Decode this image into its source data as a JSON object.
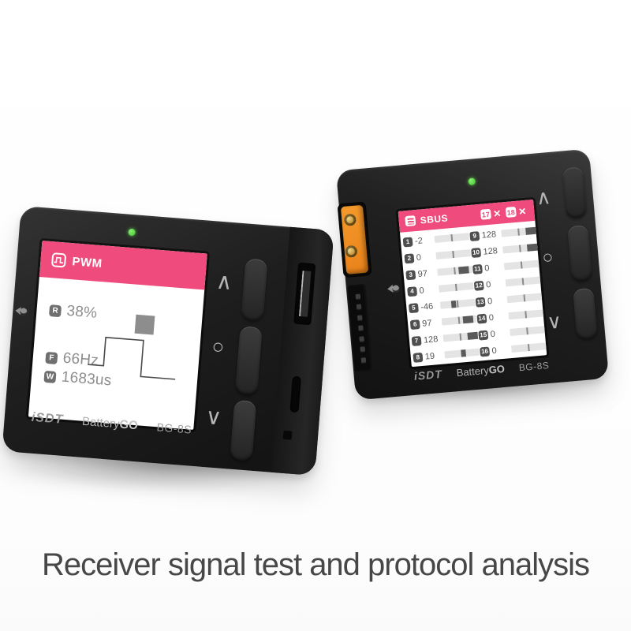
{
  "caption": "Receiver signal test and protocol analysis",
  "colors": {
    "accent_pink": "#ef4b7d",
    "led_green": "#54cf43",
    "connector_orange": "#e8821a"
  },
  "brand": {
    "logo": "iSDT",
    "name_regular": "Battery",
    "name_bold": "GO",
    "model": "BG-8S"
  },
  "buttons": {
    "up": "∧",
    "enter": "○",
    "down": "∨"
  },
  "pwm_screen": {
    "title": "PWM",
    "title_icon": "pwm-wave-icon",
    "rate_badge": "R",
    "rate_value": "38%",
    "freq_badge": "F",
    "freq_value": "66Hz",
    "width_badge": "W",
    "width_value": "1683us"
  },
  "sbus_screen": {
    "title": "SBUS",
    "title_icon": "sbus-protocol-icon",
    "failsafe_badges": [
      {
        "num": "17",
        "mark": "✕"
      },
      {
        "num": "18",
        "mark": "✕"
      }
    ],
    "channels": [
      {
        "ch": "1",
        "value": "-2",
        "num": -2
      },
      {
        "ch": "2",
        "value": "0",
        "num": 0
      },
      {
        "ch": "3",
        "value": "97",
        "num": 97
      },
      {
        "ch": "4",
        "value": "0",
        "num": 0
      },
      {
        "ch": "5",
        "value": "-46",
        "num": -46
      },
      {
        "ch": "6",
        "value": "97",
        "num": 97
      },
      {
        "ch": "7",
        "value": "128",
        "num": 128
      },
      {
        "ch": "8",
        "value": "19",
        "num": 19
      },
      {
        "ch": "9",
        "value": "128",
        "num": 128
      },
      {
        "ch": "10",
        "value": "128",
        "num": 128
      },
      {
        "ch": "11",
        "value": "0",
        "num": 0
      },
      {
        "ch": "12",
        "value": "0",
        "num": 0
      },
      {
        "ch": "13",
        "value": "0",
        "num": 0
      },
      {
        "ch": "14",
        "value": "0",
        "num": 0
      },
      {
        "ch": "15",
        "value": "0",
        "num": 0
      },
      {
        "ch": "16",
        "value": "0",
        "num": 0
      }
    ]
  }
}
